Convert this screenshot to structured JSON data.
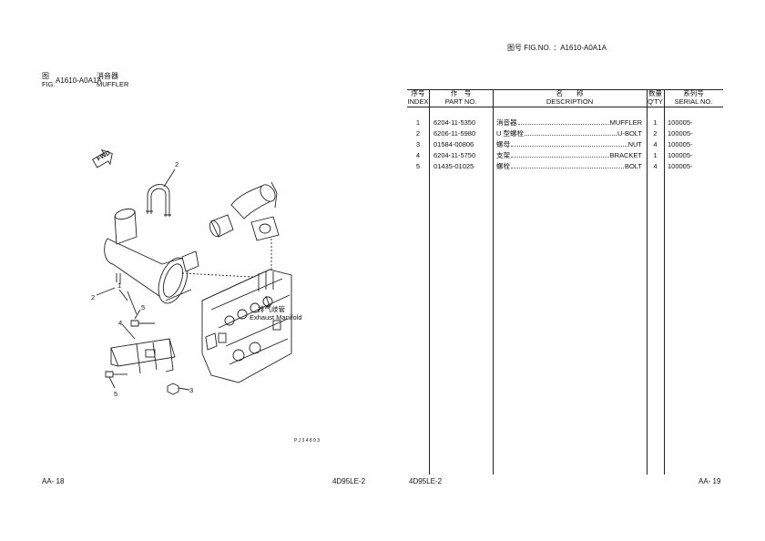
{
  "header": {
    "fig_no_label": "图号  FIG.NO.  ：A1610-A0A1A",
    "fig_zh": "图",
    "fig_en": "FIG.",
    "fig_code": "A1610-A0A1A",
    "title_zh": "消音器",
    "title_en": "MUFFLER"
  },
  "diagram": {
    "fwd_label": "FWD",
    "callouts": [
      "2",
      "1",
      "2",
      "5",
      "4",
      "5",
      "3"
    ],
    "manifold_zh": "排气歧管",
    "manifold_en": "Exhaust Manifold",
    "code": "P J 3 4 8 0 3"
  },
  "table": {
    "headers": {
      "index_zh": "序号",
      "index_en": "INDEX",
      "part_zh": "作　号",
      "part_en": "PART NO.",
      "desc_zh": "名　　称",
      "desc_en": "DESCRIPTION",
      "qty_zh": "数量",
      "qty_en": "Q'TY",
      "serial_zh": "系列号",
      "serial_en": "SERIAL NO."
    },
    "rows": [
      {
        "index": "1",
        "part": "6204-11-5350",
        "desc_zh": "消音器",
        "desc_en": "MUFFLER",
        "qty": "1",
        "serial": "100005-"
      },
      {
        "index": "2",
        "part": "6206-11-5980",
        "desc_zh": "U 型螺栓",
        "desc_en": "U-BOLT",
        "qty": "2",
        "serial": "100005-"
      },
      {
        "index": "3",
        "part": "01584-00806",
        "desc_zh": "螺母",
        "desc_en": "NUT",
        "qty": "4",
        "serial": "100005-"
      },
      {
        "index": "4",
        "part": "6204-11-5750",
        "desc_zh": "支架",
        "desc_en": "BRACKET",
        "qty": "1",
        "serial": "100005-"
      },
      {
        "index": "5",
        "part": "01435-01025",
        "desc_zh": "螺栓",
        "desc_en": "BOLT",
        "qty": "4",
        "serial": "100005-"
      }
    ]
  },
  "footer": {
    "left_page": "AA- 18",
    "left_model": "4D95LE-2",
    "right_model": "4D95LE-2",
    "right_page": "AA- 19"
  }
}
